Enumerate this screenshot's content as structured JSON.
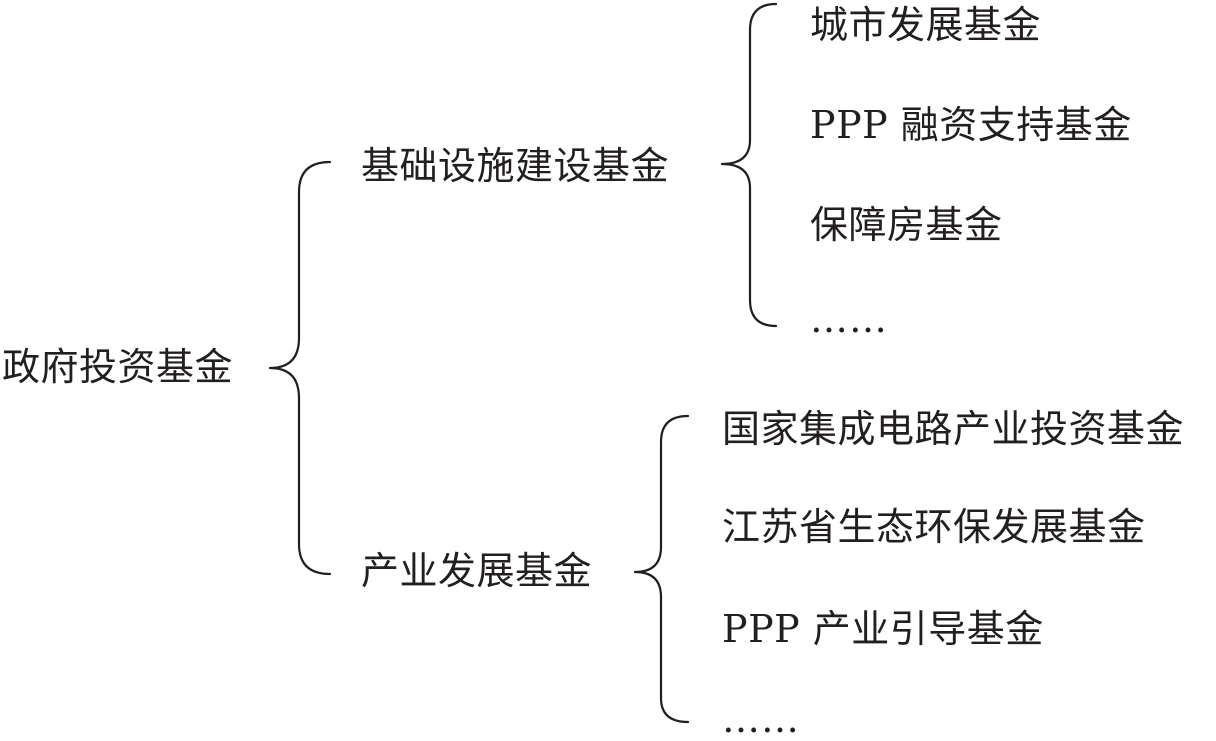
{
  "diagram": {
    "root": {
      "label": "政府投资基金"
    },
    "branches": [
      {
        "label": "基础设施建设基金",
        "children": [
          "城市发展基金",
          "PPP 融资支持基金",
          "保障房基金",
          "……"
        ]
      },
      {
        "label": "产业发展基金",
        "children": [
          "国家集成电路产业投资基金",
          "江苏省生态环保发展基金",
          "PPP 产业引导基金",
          "……"
        ]
      }
    ]
  },
  "colors": {
    "text": "#231f20",
    "line": "#231f20",
    "background": "#ffffff"
  }
}
